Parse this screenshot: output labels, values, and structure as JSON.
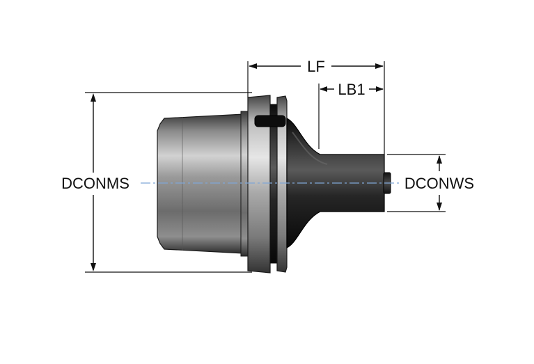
{
  "labels": {
    "lf": "LF",
    "lb1": "LB1",
    "dconms": "DCONMS",
    "dconws": "DCONWS"
  },
  "colors": {
    "centerline": "#7fa6d6",
    "steel_dark": "#1f1f1f",
    "steel_mid": "#6b6b6b",
    "steel_light": "#d9d9d9"
  }
}
